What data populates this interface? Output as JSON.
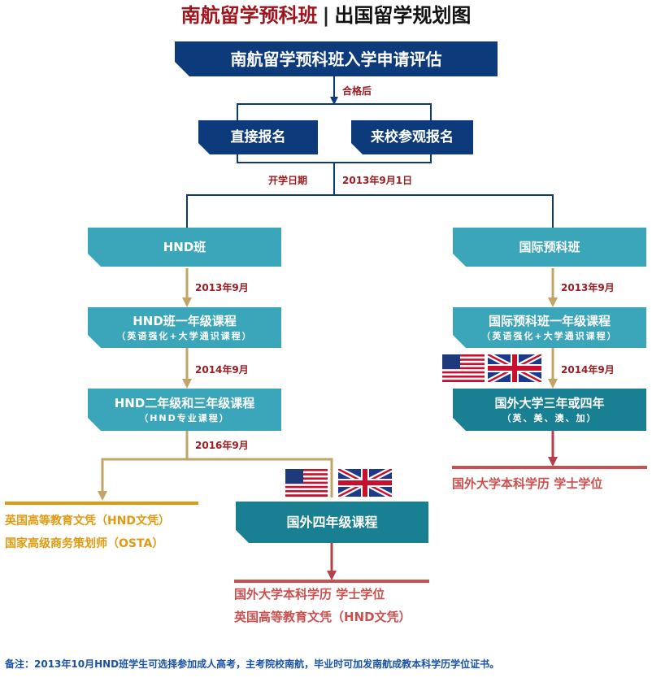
{
  "title": {
    "school": "南航留学预科班",
    "separator": "|",
    "subtitle": "出国留学规划图"
  },
  "top_box": "南航留学预科班入学申请评估",
  "label_qualified": "合格后",
  "option_direct": "直接报名",
  "option_visit": "来校参观报名",
  "label_start": "开学日期",
  "label_start_date": "2013年9月1日",
  "hnd": {
    "class_box": "HND班",
    "date1": "2013年9月",
    "year1_title": "HND班一年级课程",
    "year1_sub": "（英语强化+大学通识课程）",
    "date2": "2014年9月",
    "year23_title": "HND二年级和三年级课程",
    "year23_sub": "（HND专业课程）",
    "date3": "2016年9月",
    "local_result_1": "英国高等教育文凭（HND文凭）",
    "local_result_2": "国家高级商务策划师（OSTA）",
    "abroad_box": "国外四年级课程",
    "abroad_result_1": "国外大学本科学历 学士学位",
    "abroad_result_2": "英国高等教育文凭（HND文凭）"
  },
  "intl": {
    "class_box": "国际预科班",
    "date1": "2013年9月",
    "year1_title": "国际预科班一年级课程",
    "year1_sub": "（英语强化+大学通识课程）",
    "date2": "2014年9月",
    "abroad_title": "国外大学三年或四年",
    "abroad_sub": "（英、美、澳、加）",
    "result": "国外大学本科学历 学士学位"
  },
  "note": "备注：2013年10月HND班学生可选择参加成人高考，主考院校南航，毕业时可加发南航成教本科学历学位证书。",
  "icons": [
    "us-flag-icon",
    "uk-flag-icon"
  ],
  "colors": {
    "navy": "#0d3a7a",
    "light_teal": "#3ba6b9",
    "teal": "#197f93",
    "tan_arrow": "#c1a567",
    "red_arrow": "#b3414a",
    "orange": "#e09a12",
    "dark_red": "#9a1d22"
  }
}
